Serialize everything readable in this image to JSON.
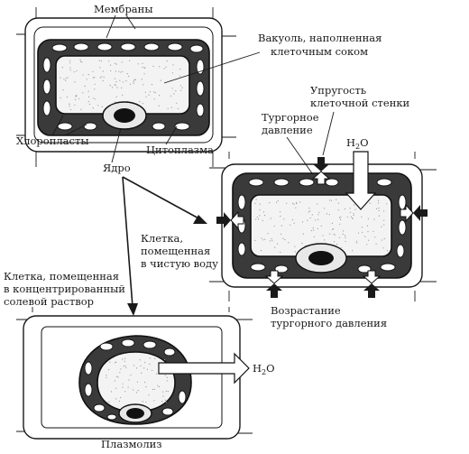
{
  "labels": {
    "membranes": "Мембраны",
    "vacuole_line1": "Вакуоль, наполненная",
    "vacuole_line2": "клеточным соком",
    "chloroplasts": "Хлоропласты",
    "nucleus": "Ядро",
    "cytoplasm": "Цитоплазма",
    "wall_elasticity_line1": "Упругость",
    "wall_elasticity_line2": "клеточной стенки",
    "turgor_pressure_line1": "Тургорное",
    "turgor_pressure_line2": "давление",
    "water_top": "H",
    "water_sub": "2",
    "water_o": "O",
    "pure_water_line1": "Клетка,",
    "pure_water_line2": "помещенная",
    "pure_water_line3": "в чистую воду",
    "salt_line1": "Клетка, помещенная",
    "salt_line2": "в концентрированный",
    "salt_line3": "солевой раствор",
    "turgor_increase_line1": "Возрастание",
    "turgor_increase_line2": "тургорного давления",
    "water_out": "H",
    "water_out_sub": "2",
    "water_out_o": "O",
    "plasmolysis": "Плазмолиз"
  }
}
